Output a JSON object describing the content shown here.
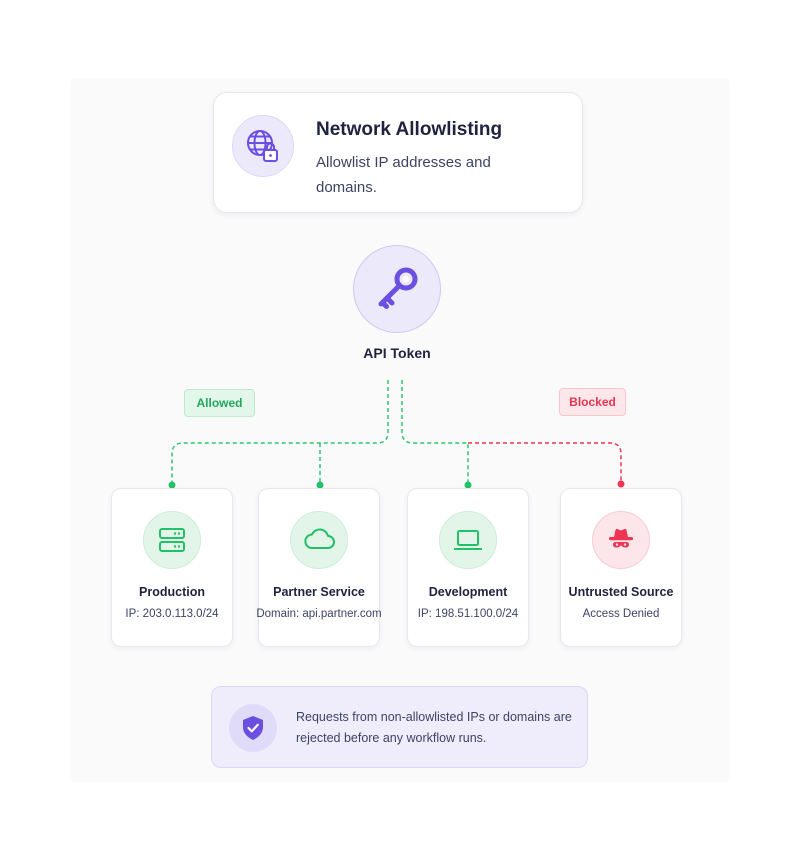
{
  "header": {
    "title": "Network Allowlisting",
    "subtitle": "Allowlist IP addresses and domains.",
    "icon": "globe-lock-icon"
  },
  "token": {
    "label": "API Token",
    "icon": "key-icon"
  },
  "badges": {
    "allowed": "Allowed",
    "blocked": "Blocked"
  },
  "sources": [
    {
      "name": "Production",
      "detail": "IP: 203.0.113.0/24",
      "icon": "server-icon",
      "status": "allowed"
    },
    {
      "name": "Partner Service",
      "detail": "Domain: api.partner.com",
      "icon": "cloud-icon",
      "status": "allowed"
    },
    {
      "name": "Development",
      "detail": "IP: 198.51.100.0/24",
      "icon": "laptop-icon",
      "status": "allowed"
    },
    {
      "name": "Untrusted Source",
      "detail": "Access Denied",
      "icon": "spy-icon",
      "status": "blocked"
    }
  ],
  "note": {
    "text": "Requests from non-allowlisted IPs or domains are rejected before any workflow runs.",
    "icon": "shield-check-icon"
  },
  "colors": {
    "accent": "#6c4ee0",
    "allowed": "#22c067",
    "blocked": "#ee3553",
    "text": "#1e2340"
  }
}
